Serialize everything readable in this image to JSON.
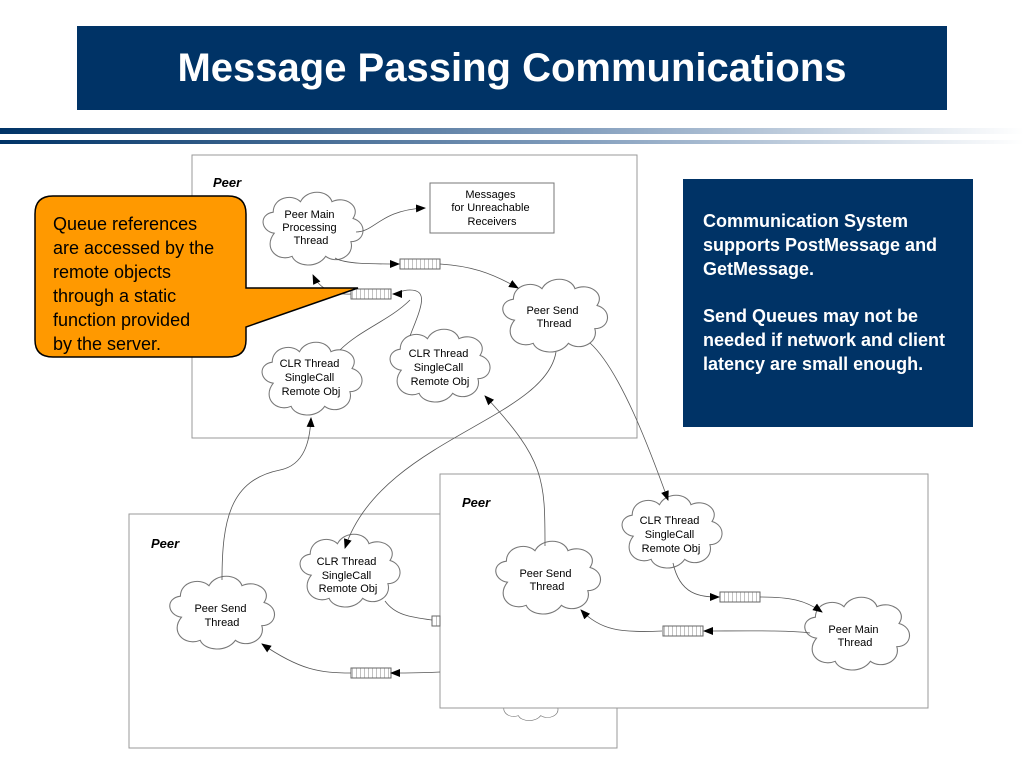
{
  "slide": {
    "title": "Message Passing Communications",
    "info_box": {
      "paragraph_1": "Communication System supports PostMessage and GetMessage.",
      "paragraph_2": "Send Queues may not be needed if network and client latency are small enough."
    },
    "callout": {
      "lines": [
        "Queue references",
        "are accessed by the",
        "remote objects",
        "through a static",
        "function provided",
        "by the server."
      ]
    },
    "colors": {
      "title_bg": "#003366",
      "info_bg": "#003366",
      "callout_fill": "#FF9900",
      "rule_dark": "#003366",
      "rule_light": "#ffffff"
    }
  },
  "diagram": {
    "panel_top": {
      "peer_label": "Peer",
      "main_thread": [
        "Peer Main",
        "Processing",
        "Thread"
      ],
      "unreachable_box": [
        "Messages",
        "for Unreachable",
        "Receivers"
      ],
      "send_thread": [
        "Peer Send",
        "Thread"
      ],
      "clr_left": [
        "CLR Thread",
        "SingleCall",
        "Remote Obj"
      ],
      "clr_right": [
        "CLR Thread",
        "SingleCall",
        "Remote Obj"
      ]
    },
    "panel_right": {
      "peer_label": "Peer",
      "clr": [
        "CLR Thread",
        "SingleCall",
        "Remote Obj"
      ],
      "send_thread": [
        "Peer Send",
        "Thread"
      ],
      "main_thread": [
        "Peer Main",
        "Thread"
      ]
    },
    "panel_left": {
      "peer_label": "Peer",
      "clr": [
        "CLR Thread",
        "SingleCall",
        "Remote Obj"
      ],
      "send_thread": [
        "Peer Send",
        "Thread"
      ]
    }
  }
}
